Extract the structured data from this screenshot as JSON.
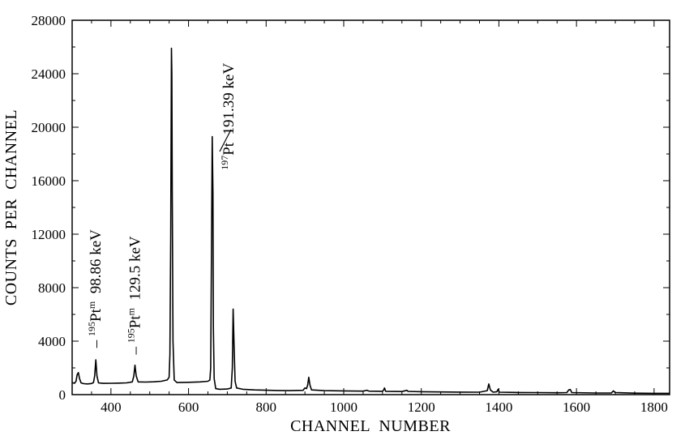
{
  "chart_data": {
    "type": "line",
    "title": "",
    "xlabel": "CHANNEL  NUMBER",
    "ylabel": "COUNTS  PER  CHANNEL",
    "xlim": [
      300,
      1840
    ],
    "ylim": [
      0,
      28000
    ],
    "x_ticks": [
      "400",
      "600",
      "800",
      "1000",
      "1200",
      "1400",
      "1600",
      "1800"
    ],
    "y_ticks": [
      "0",
      "4000",
      "8000",
      "12000",
      "16000",
      "20000",
      "24000",
      "28000"
    ],
    "grid": false,
    "legend": "none",
    "series": [
      {
        "points": [
          [
            300,
            900
          ],
          [
            306,
            850
          ],
          [
            310,
            1000
          ],
          [
            313,
            1500
          ],
          [
            316,
            1650
          ],
          [
            319,
            1200
          ],
          [
            323,
            880
          ],
          [
            330,
            820
          ],
          [
            340,
            800
          ],
          [
            350,
            830
          ],
          [
            355,
            900
          ],
          [
            358,
            1400
          ],
          [
            361,
            2600
          ],
          [
            364,
            1400
          ],
          [
            368,
            880
          ],
          [
            380,
            840
          ],
          [
            400,
            850
          ],
          [
            420,
            860
          ],
          [
            440,
            880
          ],
          [
            455,
            950
          ],
          [
            459,
            1400
          ],
          [
            462,
            2200
          ],
          [
            465,
            1400
          ],
          [
            470,
            950
          ],
          [
            490,
            940
          ],
          [
            510,
            960
          ],
          [
            530,
            1000
          ],
          [
            545,
            1100
          ],
          [
            550,
            1300
          ],
          [
            552,
            3000
          ],
          [
            554,
            12000
          ],
          [
            556,
            25900
          ],
          [
            557,
            24000
          ],
          [
            558,
            15000
          ],
          [
            560,
            4000
          ],
          [
            563,
            1100
          ],
          [
            570,
            900
          ],
          [
            600,
            920
          ],
          [
            630,
            950
          ],
          [
            650,
            1000
          ],
          [
            655,
            1100
          ],
          [
            657,
            2000
          ],
          [
            659,
            10000
          ],
          [
            661,
            19300
          ],
          [
            663,
            15000
          ],
          [
            664,
            5000
          ],
          [
            666,
            1200
          ],
          [
            670,
            450
          ],
          [
            680,
            400
          ],
          [
            700,
            420
          ],
          [
            710,
            500
          ],
          [
            713,
            2000
          ],
          [
            715,
            6400
          ],
          [
            717,
            4000
          ],
          [
            720,
            1000
          ],
          [
            724,
            500
          ],
          [
            740,
            400
          ],
          [
            770,
            350
          ],
          [
            800,
            330
          ],
          [
            830,
            310
          ],
          [
            860,
            300
          ],
          [
            895,
            320
          ],
          [
            900,
            500
          ],
          [
            904,
            450
          ],
          [
            907,
            700
          ],
          [
            910,
            1300
          ],
          [
            913,
            700
          ],
          [
            917,
            350
          ],
          [
            950,
            300
          ],
          [
            1000,
            280
          ],
          [
            1050,
            260
          ],
          [
            1060,
            330
          ],
          [
            1065,
            260
          ],
          [
            1100,
            250
          ],
          [
            1103,
            350
          ],
          [
            1105,
            500
          ],
          [
            1108,
            250
          ],
          [
            1150,
            230
          ],
          [
            1163,
            320
          ],
          [
            1166,
            240
          ],
          [
            1200,
            220
          ],
          [
            1250,
            200
          ],
          [
            1300,
            190
          ],
          [
            1350,
            180
          ],
          [
            1370,
            300
          ],
          [
            1374,
            800
          ],
          [
            1378,
            350
          ],
          [
            1385,
            180
          ],
          [
            1395,
            220
          ],
          [
            1398,
            400
          ],
          [
            1401,
            180
          ],
          [
            1450,
            160
          ],
          [
            1500,
            150
          ],
          [
            1550,
            140
          ],
          [
            1575,
            150
          ],
          [
            1580,
            350
          ],
          [
            1584,
            380
          ],
          [
            1588,
            150
          ],
          [
            1650,
            120
          ],
          [
            1690,
            130
          ],
          [
            1695,
            280
          ],
          [
            1700,
            150
          ],
          [
            1750,
            110
          ],
          [
            1800,
            100
          ],
          [
            1840,
            100
          ]
        ]
      }
    ],
    "annotations": [
      {
        "id": "ann-195ptm-98",
        "prefix": "– ",
        "iso": "195",
        "elem": "Pt",
        "sup": "m",
        "energy": "98.86 keV",
        "x": 361,
        "y": 3500
      },
      {
        "id": "ann-195ptm-129",
        "prefix": "– ",
        "iso": "195",
        "elem": "Pt",
        "sup": "m",
        "energy": "129.5 keV",
        "x": 462,
        "y": 3000
      },
      {
        "id": "ann-197pt-191",
        "prefix": "",
        "iso": "197",
        "elem": "Pt",
        "sup": "",
        "energy": "191.39 keV",
        "x": 703,
        "y": 16800
      }
    ]
  }
}
